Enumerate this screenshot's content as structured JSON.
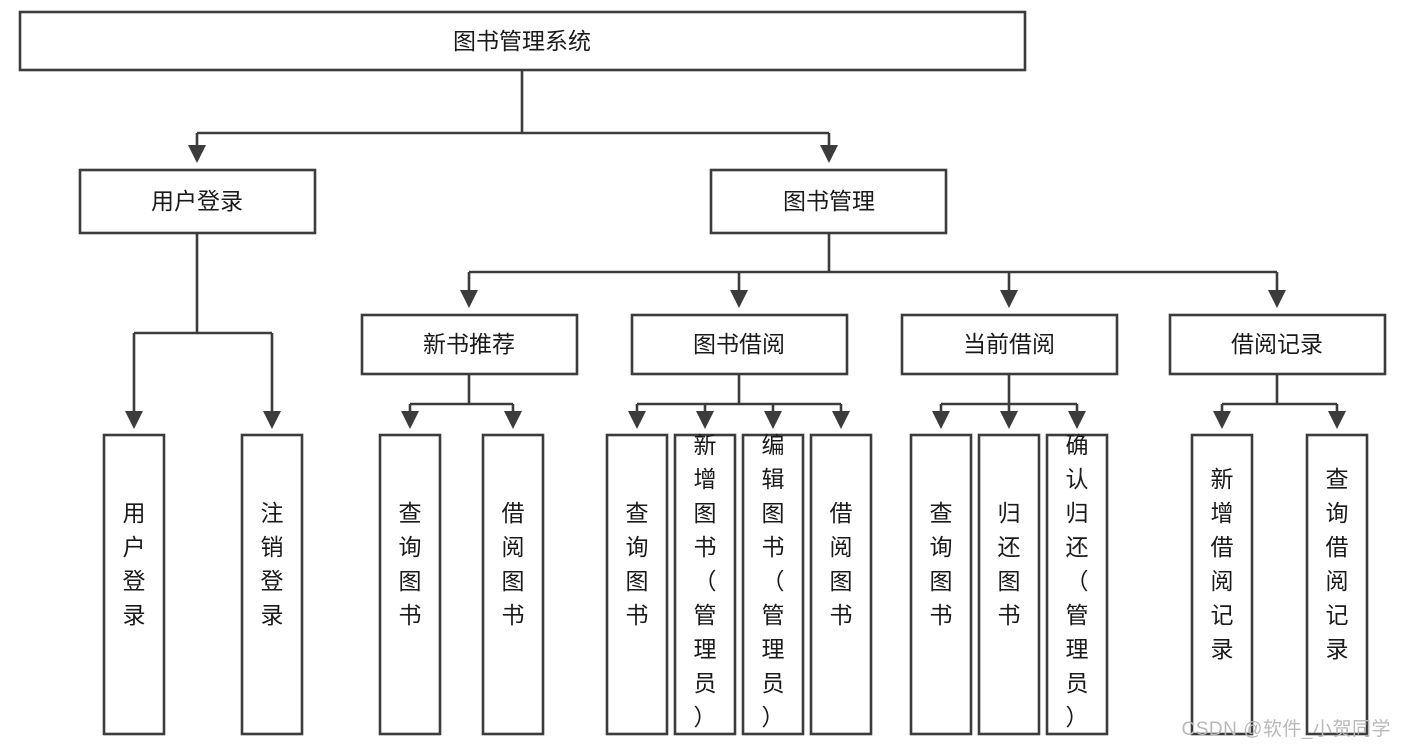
{
  "diagram": {
    "title_node": {
      "label": "图书管理系统"
    },
    "level2": [
      {
        "id": "user-login",
        "label": "用户登录"
      },
      {
        "id": "book-management",
        "label": "图书管理"
      }
    ],
    "level3": [
      {
        "id": "new-book-recommend",
        "label": "新书推荐"
      },
      {
        "id": "book-borrow",
        "label": "图书借阅"
      },
      {
        "id": "current-borrow",
        "label": "当前借阅"
      },
      {
        "id": "borrow-record",
        "label": "借阅记录"
      }
    ],
    "leaves": {
      "user_login": [
        {
          "id": "leaf-user-login",
          "label": "用户登录"
        },
        {
          "id": "leaf-logout-login",
          "label": "注销登录"
        }
      ],
      "new_book_recommend": [
        {
          "id": "leaf-query-book-1",
          "label": "查询图书"
        },
        {
          "id": "leaf-borrow-book-1",
          "label": "借阅图书"
        }
      ],
      "book_borrow": [
        {
          "id": "leaf-query-book-2",
          "label": "查询图书"
        },
        {
          "id": "leaf-add-book",
          "label": "新增图书（管理员）"
        },
        {
          "id": "leaf-edit-book",
          "label": "编辑图书（管理员）"
        },
        {
          "id": "leaf-borrow-book-2",
          "label": "借阅图书"
        }
      ],
      "current_borrow": [
        {
          "id": "leaf-query-book-3",
          "label": "查询图书"
        },
        {
          "id": "leaf-return-book",
          "label": "归还图书"
        },
        {
          "id": "leaf-confirm-return",
          "label": "确认归还（管理员）"
        }
      ],
      "borrow_record": [
        {
          "id": "leaf-add-borrow-record",
          "label": "新增借阅记录"
        },
        {
          "id": "leaf-query-borrow-record",
          "label": "查询借阅记录"
        }
      ]
    }
  },
  "watermark": {
    "text": "CSDN @软件_小贺同学"
  },
  "colors": {
    "stroke": "#3c3c3c",
    "box_fill": "#ffffff",
    "text": "#1a1a1a",
    "watermark": "#b9b9b9"
  }
}
